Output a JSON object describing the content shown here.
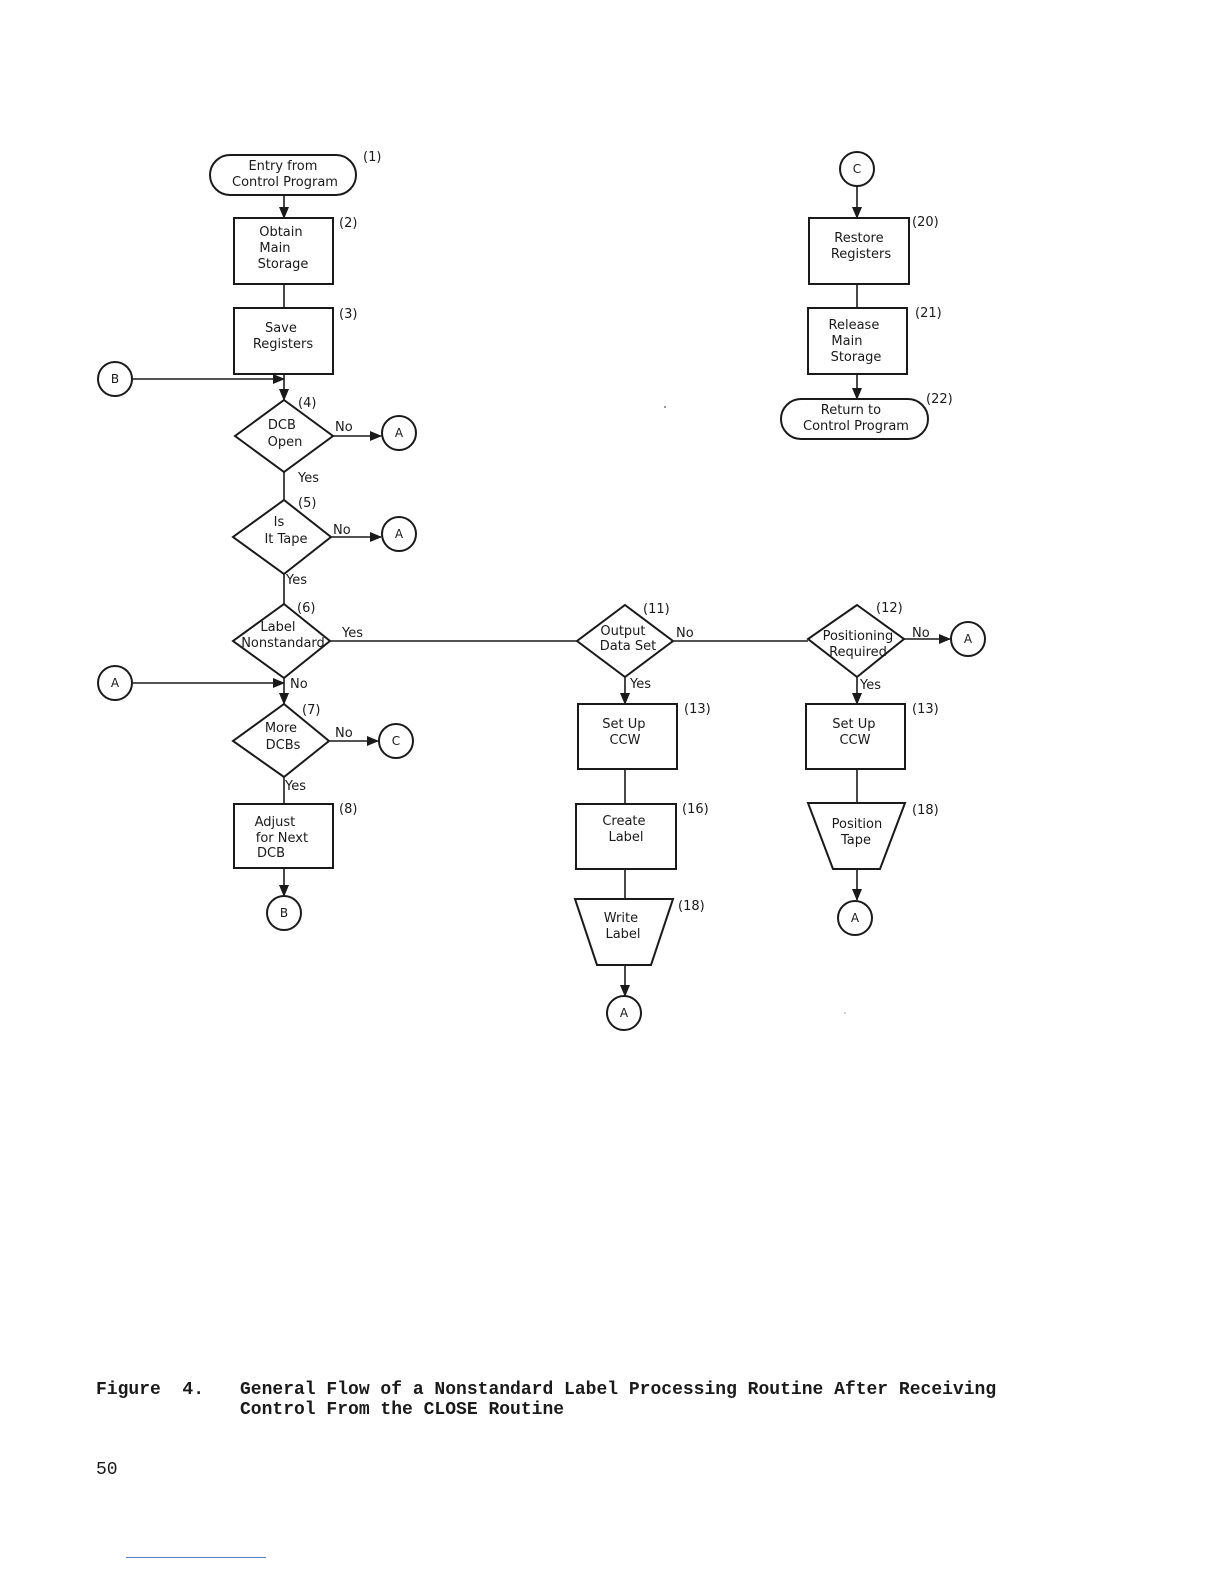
{
  "nodes": {
    "n1": {
      "text": [
        "Entry from",
        "Control Program"
      ],
      "num": "(1)"
    },
    "n2": {
      "text": [
        "Obtain",
        "Main",
        "Storage"
      ],
      "num": "(2)"
    },
    "n3": {
      "text": [
        "Save",
        "Registers"
      ],
      "num": "(3)"
    },
    "n4": {
      "text": [
        "DCB",
        "Open"
      ],
      "num": "(4)"
    },
    "n5": {
      "text": [
        "Is",
        "It Tape"
      ],
      "num": "(5)"
    },
    "n6": {
      "text": [
        "Label",
        "Nonstandard"
      ],
      "num": "(6)"
    },
    "n7": {
      "text": [
        "More",
        "DCBs"
      ],
      "num": "(7)"
    },
    "n8": {
      "text": [
        "Adjust",
        "for Next",
        "DCB"
      ],
      "num": "(8)"
    },
    "n11": {
      "text": [
        "Output",
        "Data Set"
      ],
      "num": "(11)"
    },
    "n12": {
      "text": [
        "Positioning",
        "Required"
      ],
      "num": "(12)"
    },
    "n13a": {
      "text": [
        "Set Up",
        "CCW"
      ],
      "num": "(13)"
    },
    "n13b": {
      "text": [
        "Set Up",
        "CCW"
      ],
      "num": "(13)"
    },
    "n16": {
      "text": [
        "Create",
        "Label"
      ],
      "num": "(16)"
    },
    "n18a": {
      "text": [
        "Write",
        "Label"
      ],
      "num": "(18)"
    },
    "n18b": {
      "text": [
        "Position",
        "Tape"
      ],
      "num": "(18)"
    },
    "n20": {
      "text": [
        "Restore",
        "Registers"
      ],
      "num": "(20)"
    },
    "n21": {
      "text": [
        "Release",
        "Main",
        "Storage"
      ],
      "num": "(21)"
    },
    "n22": {
      "text": [
        "Return to",
        "Control Program"
      ],
      "num": "(22)"
    }
  },
  "connectors": {
    "b_in": "B",
    "a_in": "A",
    "a_out4": "A",
    "a_out5": "A",
    "c_out7": "C",
    "b_out8": "B",
    "a_out_write": "A",
    "a_out12": "A",
    "a_out_pos": "A",
    "c_in": "C"
  },
  "branches": {
    "yes4": "Yes",
    "no4": "No",
    "yes5": "Yes",
    "no5": "No",
    "yes6": "Yes",
    "no6": "No",
    "yes7": "Yes",
    "no7": "No",
    "yes11": "Yes",
    "no11": "No",
    "yes12": "Yes",
    "no12": "No"
  },
  "caption": {
    "label": "Figure  4.",
    "text": "General Flow of a Nonstandard Label Processing Routine After Receiving Control From the CLOSE Routine"
  },
  "page_number": "50"
}
